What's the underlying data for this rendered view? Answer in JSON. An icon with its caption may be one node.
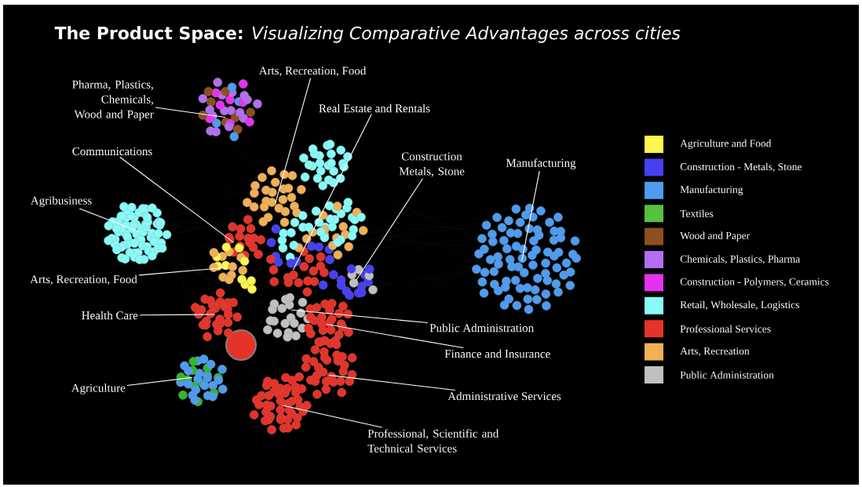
{
  "diagram": {
    "title": "**The Product Space:** *Visualizing Comparative Advantages across cities*",
    "nodes": [
      {
        "text": [
          "Pharma, Plastics, Chemicals, Wood and Paper"
        ]
      },
      {
        "text": [
          "Arts, Recreation, Food"
        ]
      },
      {
        "text": [
          "Real Estate and Rentals"
        ]
      },
      {
        "text": [
          "Communications"
        ]
      },
      {
        "text": [
          "Construction Metals, Stone"
        ]
      },
      {
        "text": [
          "Manufacturing"
        ]
      },
      {
        "text": [
          "Agribusiness"
        ]
      },
      {
        "text": [
          "Arts, Recreation, Food"
        ]
      },
      {
        "text": [
          "Health Care"
        ]
      },
      {
        "text": [
          "Public Administration"
        ]
      },
      {
        "text": [
          "Finance and Insurance"
        ]
      },
      {
        "text": [
          "Agriculture"
        ]
      },
      {
        "text": [
          "Administrative Services"
        ]
      },
      {
        "text": [
          "Professional, Scientific and Technical Services"
        ]
      },
      {
        "text": [],
        "shape": "circle"
      },
      {
        "text": [],
        "shape": "circle"
      },
      {
        "text": [],
        "shape": "circle"
      },
      {
        "text": [],
        "shape": "circle"
      },
      {
        "text": [],
        "shape": "circle"
      },
      {
        "text": [],
        "shape": "circle"
      },
      {
        "text": [],
        "shape": "circle"
      },
      {
        "text": [],
        "shape": "circle"
      },
      {
        "text": [],
        "shape": "circle"
      },
      {
        "text": [],
        "shape": "circle"
      },
      {
        "text": [],
        "shape": "circle"
      },
      {
        "text": [],
        "shape": "circle"
      },
      {
        "text": [],
        "shape": "circle"
      },
      {
        "text": [],
        "shape": "circle"
      },
      {
        "text": [],
        "shape": "circle"
      },
      {
        "text": [],
        "shape": "circle"
      },
      {
        "text": [],
        "shape": "circle"
      }
    ],
    "edges": [
      {
        "from": 0,
        "to": 14,
        "arrow": "none"
      },
      {
        "from": 1,
        "to": 15,
        "arrow": "none"
      },
      {
        "from": 2,
        "to": 16,
        "arrow": "none"
      },
      {
        "from": 3,
        "to": 17,
        "arrow": "none"
      },
      {
        "from": 4,
        "to": 18,
        "arrow": "none"
      },
      {
        "from": 5,
        "to": 19,
        "arrow": "none"
      },
      {
        "from": 6,
        "to": 20,
        "arrow": "none"
      },
      {
        "from": 7,
        "to": 21,
        "arrow": "none"
      },
      {
        "from": 8,
        "to": 22,
        "arrow": "none"
      },
      {
        "from": 9,
        "to": 23,
        "arrow": "none"
      },
      {
        "from": 10,
        "to": 24,
        "arrow": "none"
      },
      {
        "from": 11,
        "to": 25,
        "arrow": "none"
      },
      {
        "from": 12,
        "to": 26,
        "arrow": "none"
      },
      {
        "from": 13,
        "to": 27,
        "arrow": "none"
      }
    ],
    "legend": [
      {
        "text": "Agriculture and Food",
        "color": "#fdf550"
      },
      {
        "text": "Construction - Metals, Stone",
        "color": "#4640f2"
      },
      {
        "text": "Manufacturing",
        "color": "#4f9bf0"
      },
      {
        "text": "Textiles",
        "color": "#56c13c"
      },
      {
        "text": "Wood and Paper",
        "color": "#8e4f1e"
      },
      {
        "text": "Chemicals, Plastics, Pharma",
        "color": "#b46ef0"
      },
      {
        "text": "Construction - Polymers, Ceramics",
        "color": "#e632f0"
      },
      {
        "text": "Retail, Wholesale, Logistics",
        "color": "#88fbf8"
      },
      {
        "text": "Professional Services",
        "color": "#e5332a"
      },
      {
        "text": "Arts, Recreation",
        "color": "#f1b055"
      },
      {
        "text": "Public Administration",
        "color": "#c0c0c0"
      }
    ]
  }
}
